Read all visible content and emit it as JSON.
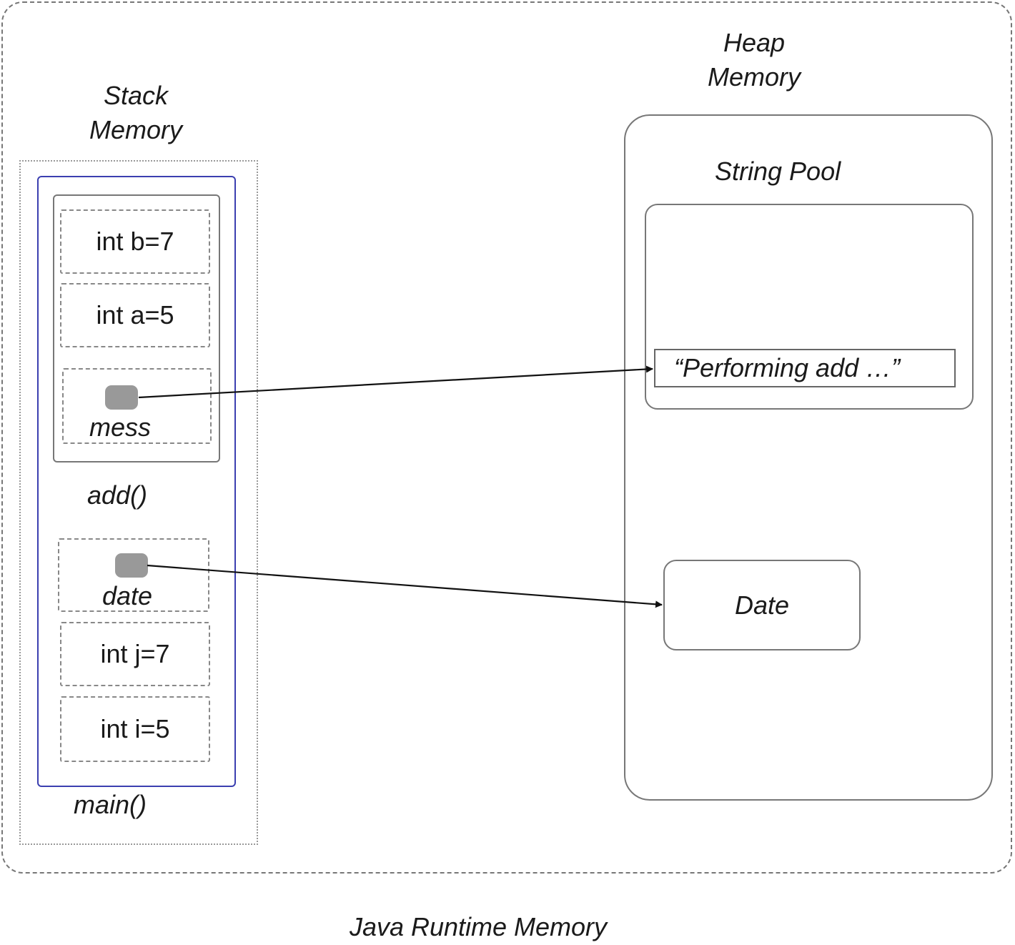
{
  "runtime": {
    "label": "Java Runtime Memory"
  },
  "stack": {
    "title_line1": "Stack",
    "title_line2": "Memory",
    "add_frame": {
      "label": "add()",
      "vars": [
        "int b=7",
        "int a=5"
      ],
      "ref": "mess"
    },
    "main_frame": {
      "label": "main()",
      "ref": "date",
      "vars": [
        "int j=7",
        "int i=5"
      ]
    }
  },
  "heap": {
    "title_line1": "Heap",
    "title_line2": "Memory",
    "string_pool": {
      "title": "String Pool",
      "object": "“Performing add …”"
    },
    "date_object": "Date"
  },
  "colors": {
    "main_frame_border": "#3b3fb0",
    "ref_dot": "#999999",
    "outline": "#777777"
  }
}
